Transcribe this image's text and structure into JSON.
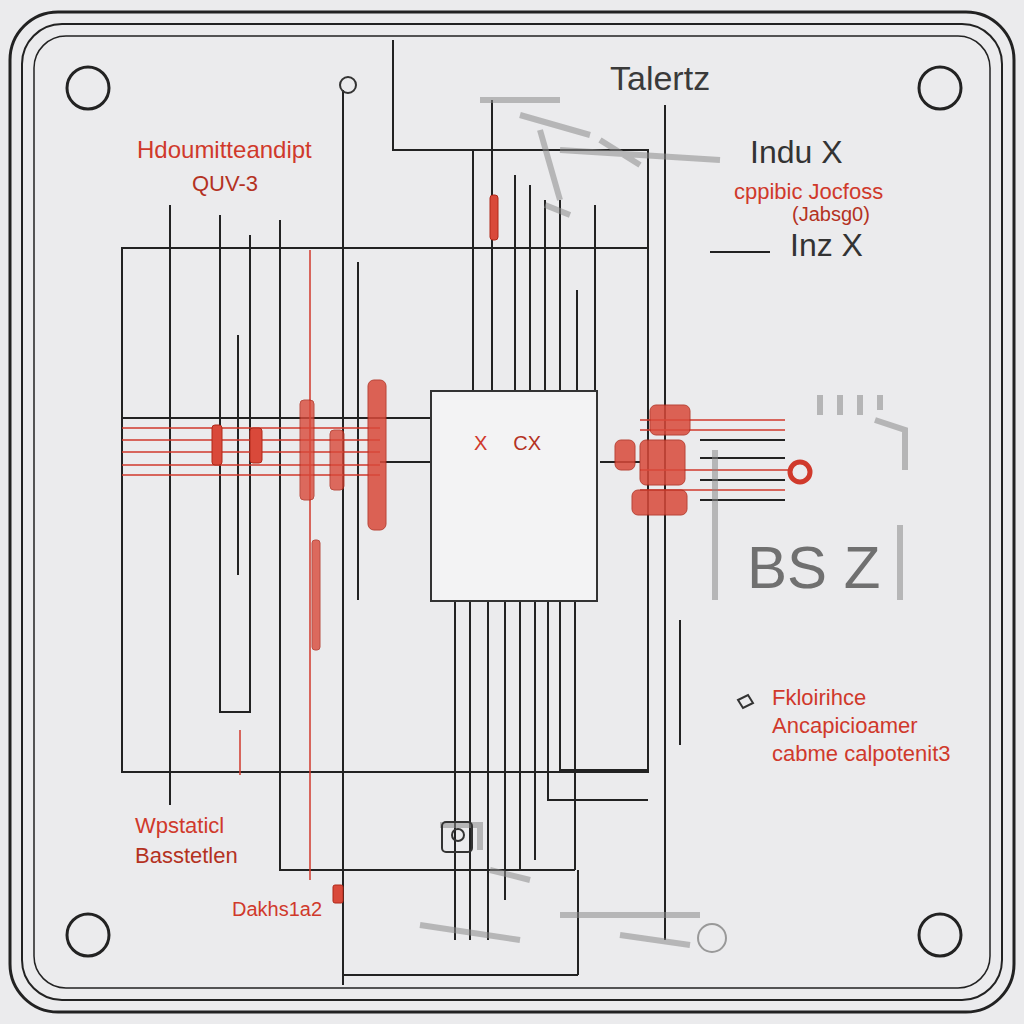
{
  "diagram": {
    "title": "Talertz",
    "nodes": [
      {
        "text": [
          "X",
          "CX"
        ]
      }
    ],
    "labels": [
      "Hdoumitteandipt",
      "QUV-3",
      "Indu X",
      "cppibic Jocfoss",
      "(Jabsg0)",
      "Inz X",
      "BS Z",
      "Fkloirihce",
      "Ancapicioamer",
      "cabme calpotenit3",
      "Wpstaticl",
      "Basstetlen",
      "Dakhs1a2"
    ]
  }
}
